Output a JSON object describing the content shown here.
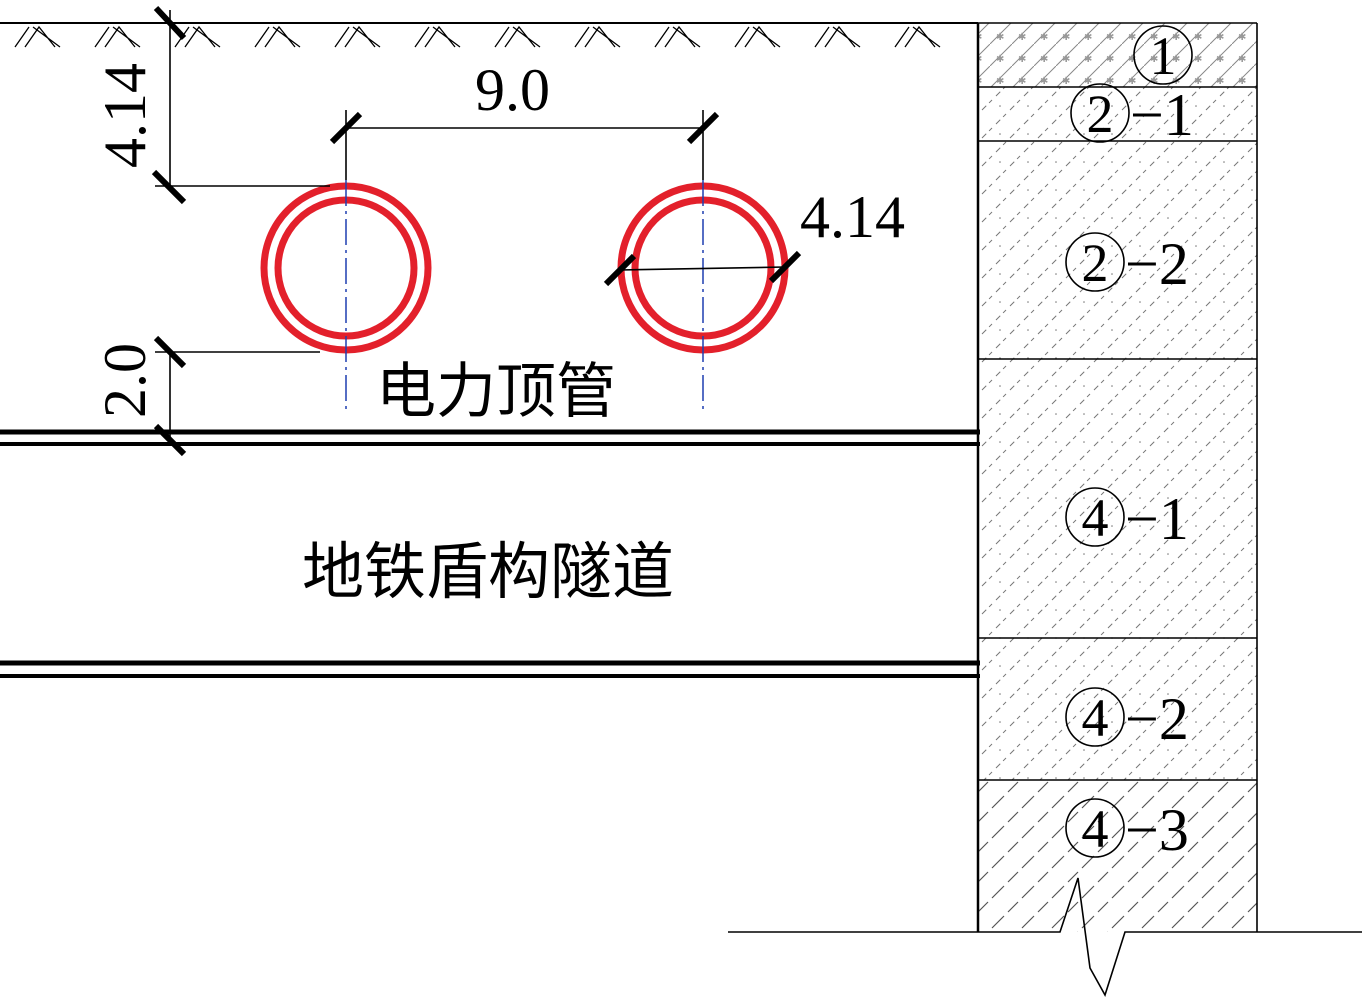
{
  "dimensions": {
    "cover_depth": "4.14",
    "pipe_spacing": "9.0",
    "pipe_diameter": "4.14",
    "clearance": "2.0"
  },
  "labels": {
    "pipe": "电力顶管",
    "tunnel": "地铁盾构隧道"
  },
  "layers": [
    {
      "num": "1",
      "suffix": ""
    },
    {
      "num": "2",
      "suffix": "−1"
    },
    {
      "num": "2",
      "suffix": "−2"
    },
    {
      "num": "4",
      "suffix": "−1"
    },
    {
      "num": "4",
      "suffix": "−2"
    },
    {
      "num": "4",
      "suffix": "−3"
    }
  ],
  "colors": {
    "pipe": "#e3202b",
    "centerline": "#1f3fb0"
  }
}
